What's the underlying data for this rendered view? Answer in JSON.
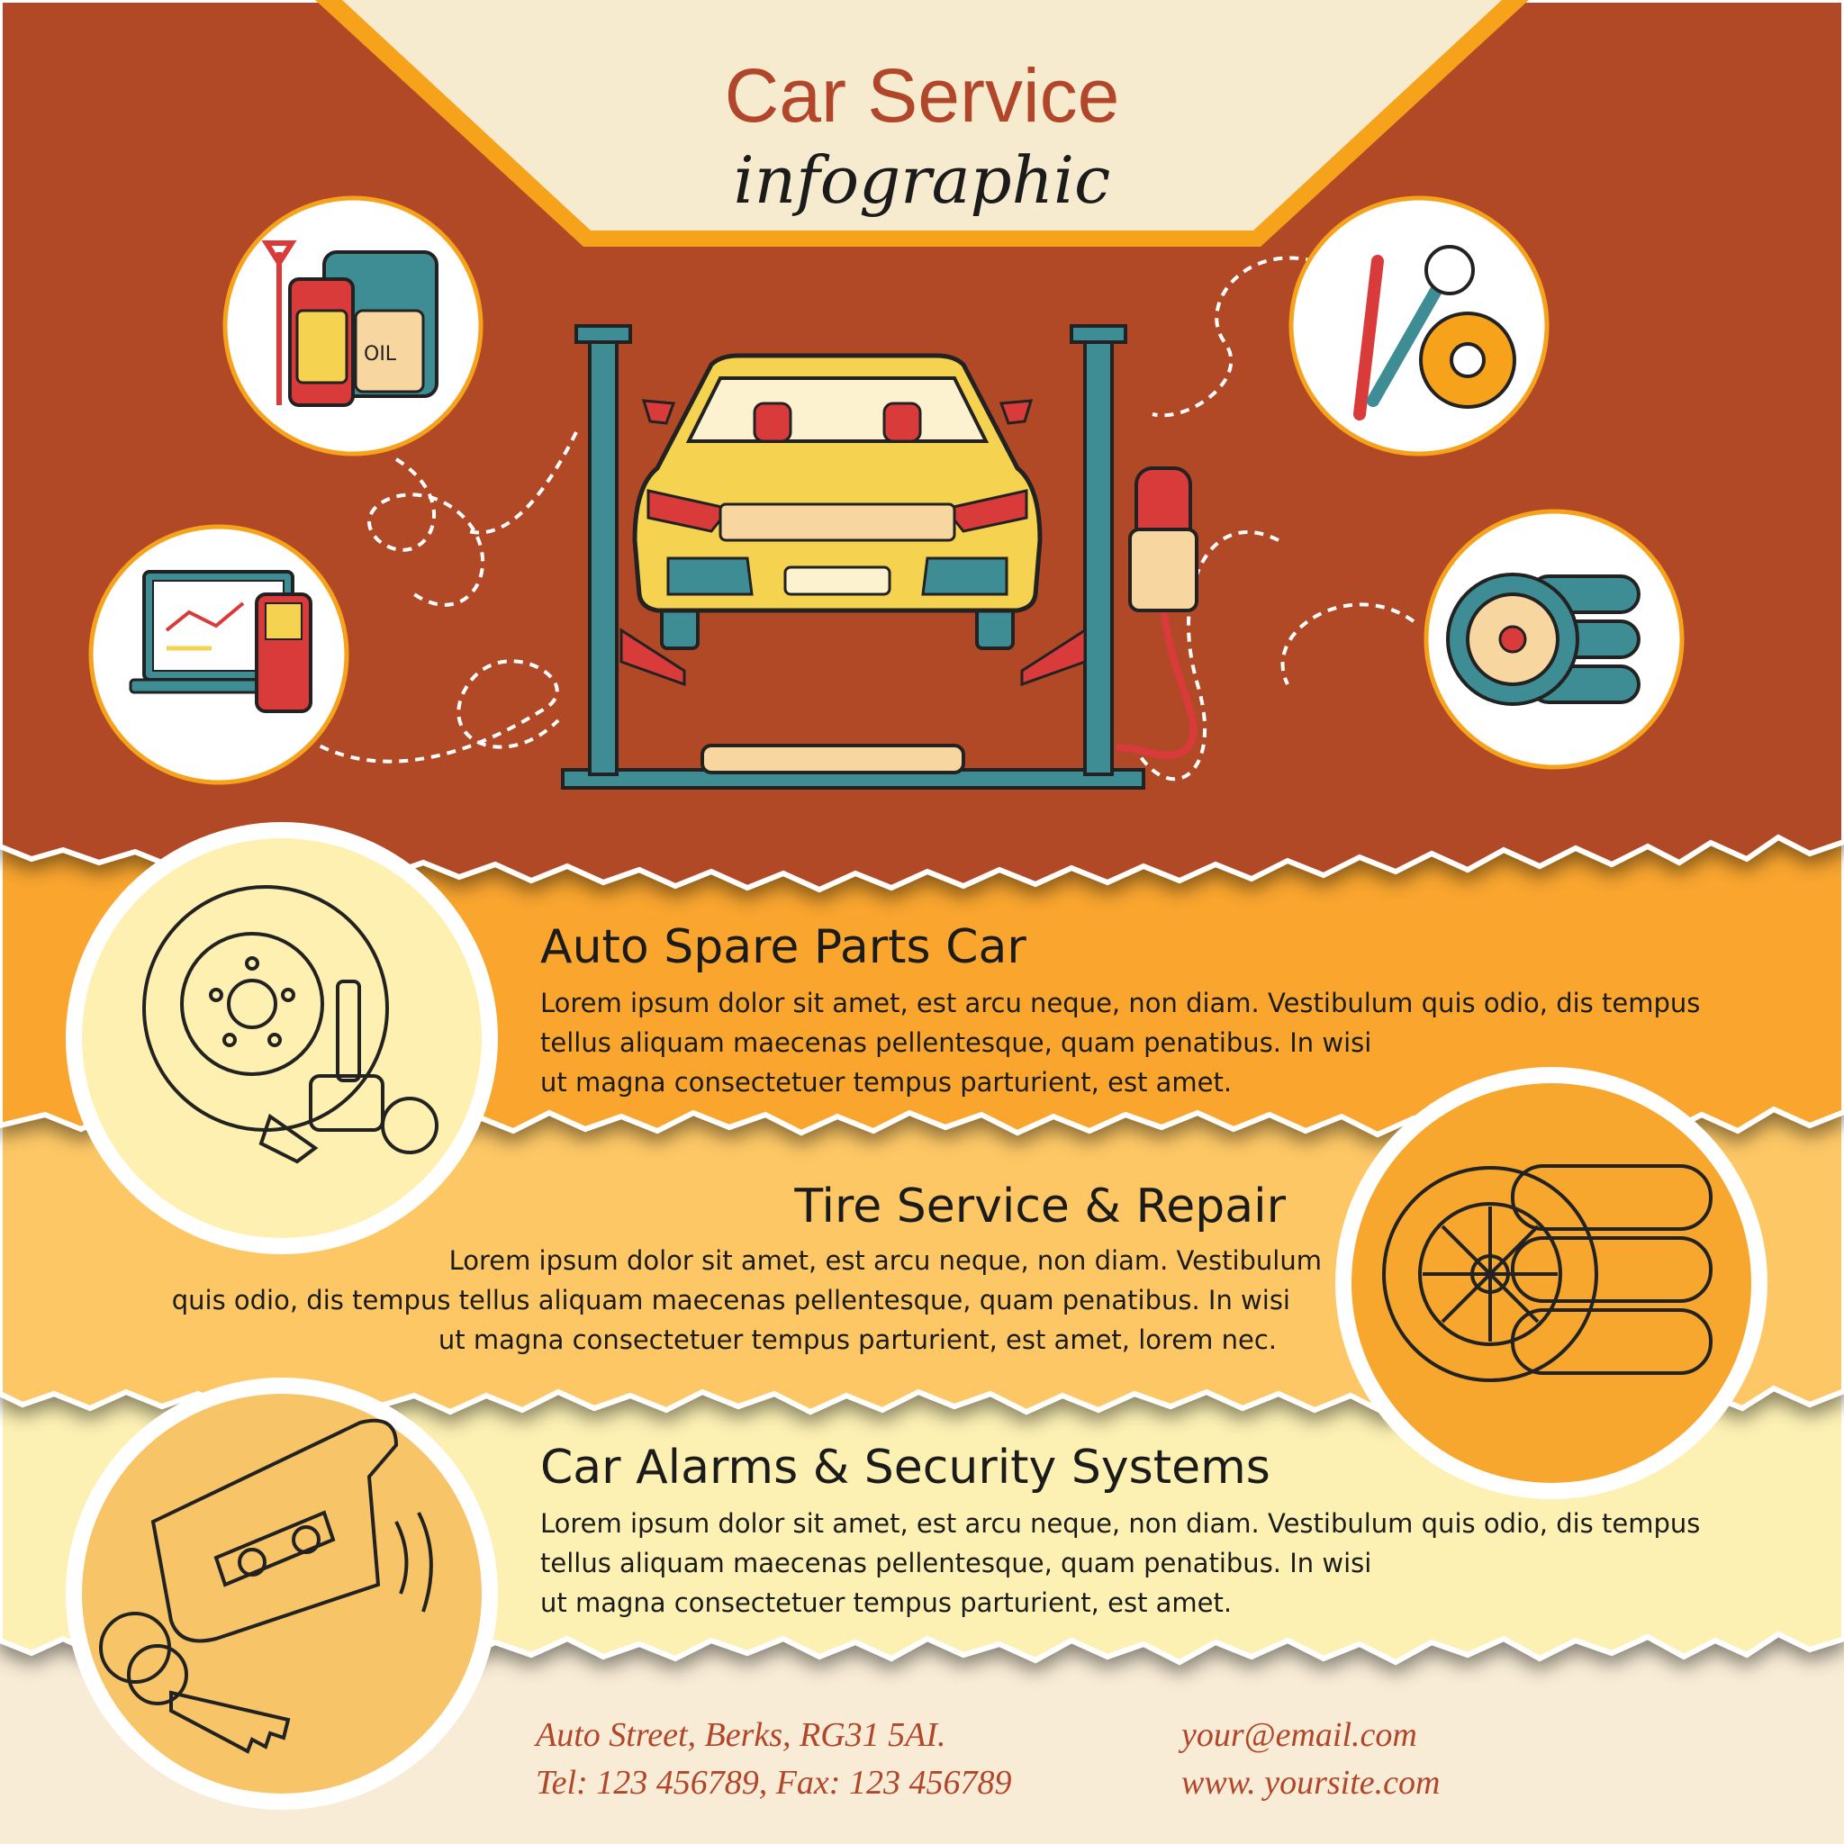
{
  "header": {
    "title": "Car Service",
    "subtitle": "infographic"
  },
  "colors": {
    "rust": "#b24a27",
    "orange": "#f9a52f",
    "light_orange": "#fdc765",
    "cream": "#f7e8c4",
    "pale_yellow": "#fcf0b3",
    "teal": "#3e8c94",
    "car_yellow": "#f6d251",
    "footer_bg": "#f8ecd6"
  },
  "illustration": {
    "icons": [
      "oil-canister-icon",
      "wrench-gear-icon",
      "diagnostics-laptop-icon",
      "tires-icon",
      "car-lift-icon"
    ],
    "oil_label": "OIL"
  },
  "sections": [
    {
      "heading": "Auto Spare Parts Car",
      "lines": [
        "Lorem ipsum dolor sit amet, est arcu neque, non diam. Vestibulum quis odio, dis tempus",
        " tellus aliquam maecenas pellentesque, quam penatibus. In wisi",
        "ut magna consectetuer tempus parturient, est amet."
      ],
      "icon": "brake-disc-icon"
    },
    {
      "heading": "Tire Service & Repair",
      "lines": [
        "Lorem ipsum dolor sit amet, est arcu neque, non diam. Vestibulum",
        "quis odio, dis tempus tellus aliquam maecenas pellentesque, quam penatibus. In wisi",
        "ut magna consectetuer tempus parturient, est amet, lorem nec."
      ],
      "icon": "tire-stack-icon"
    },
    {
      "heading": "Car Alarms & Security Systems",
      "lines": [
        "Lorem ipsum dolor sit amet, est arcu neque, non diam. Vestibulum quis odio, dis tempus",
        " tellus aliquam maecenas pellentesque, quam penatibus. In wisi",
        "ut magna consectetuer tempus parturient, est amet."
      ],
      "icon": "car-alarm-key-icon"
    }
  ],
  "footer": {
    "address": "Auto Street,  Berks, RG31 5AI.",
    "phone": "Tel: 123 456789, Fax: 123 456789",
    "email": "your@email.com",
    "website": "www. yoursite.com"
  }
}
